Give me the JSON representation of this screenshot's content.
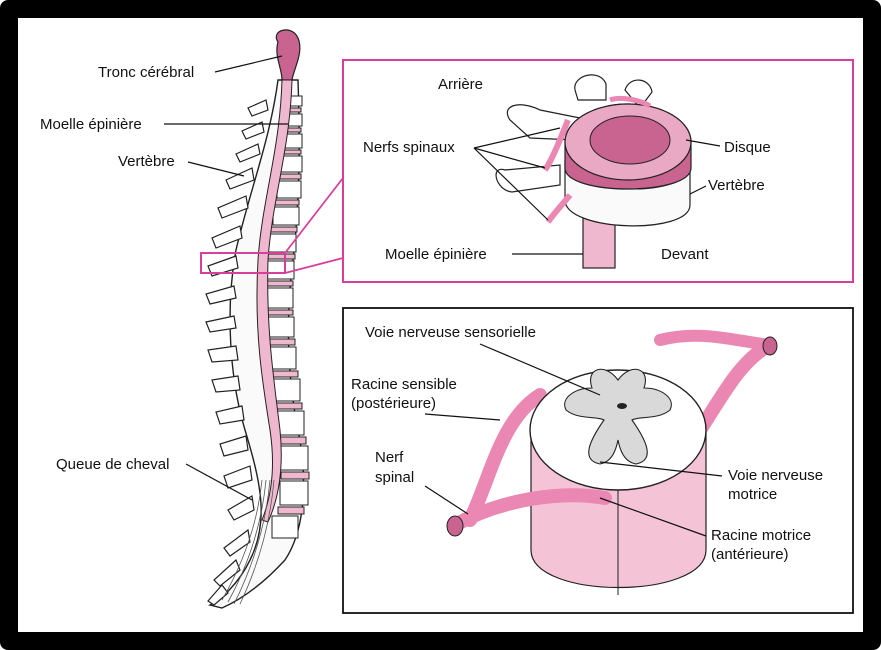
{
  "colors": {
    "frame": "#000000",
    "pink_border": "#d63f9c",
    "tissue_pink": "#f0b8cf",
    "nerve_pink": "#ea87b3",
    "disc_pink": "#c9638f",
    "grey_matter": "#d9d9d9"
  },
  "labels": {
    "brainstem": "Tronc cérébral",
    "spinal_cord_left": "Moelle épinière",
    "vertebra_left": "Vertèbre",
    "cauda_equina": "Queue de cheval",
    "back": "Arrière",
    "spinal_nerves": "Nerfs spinaux",
    "disc": "Disque",
    "vertebra_right": "Vertèbre",
    "spinal_cord_inset": "Moelle épinière",
    "front": "Devant",
    "sensory_pathway": "Voie nerveuse sensorielle",
    "sensory_root_1": "Racine sensible",
    "sensory_root_2": "(postérieure)",
    "spinal_nerve_1": "Nerf",
    "spinal_nerve_2": "spinal",
    "motor_pathway_1": "Voie nerveuse",
    "motor_pathway_2": "motrice",
    "motor_root_1": "Racine motrice",
    "motor_root_2": "(antérieure)"
  }
}
